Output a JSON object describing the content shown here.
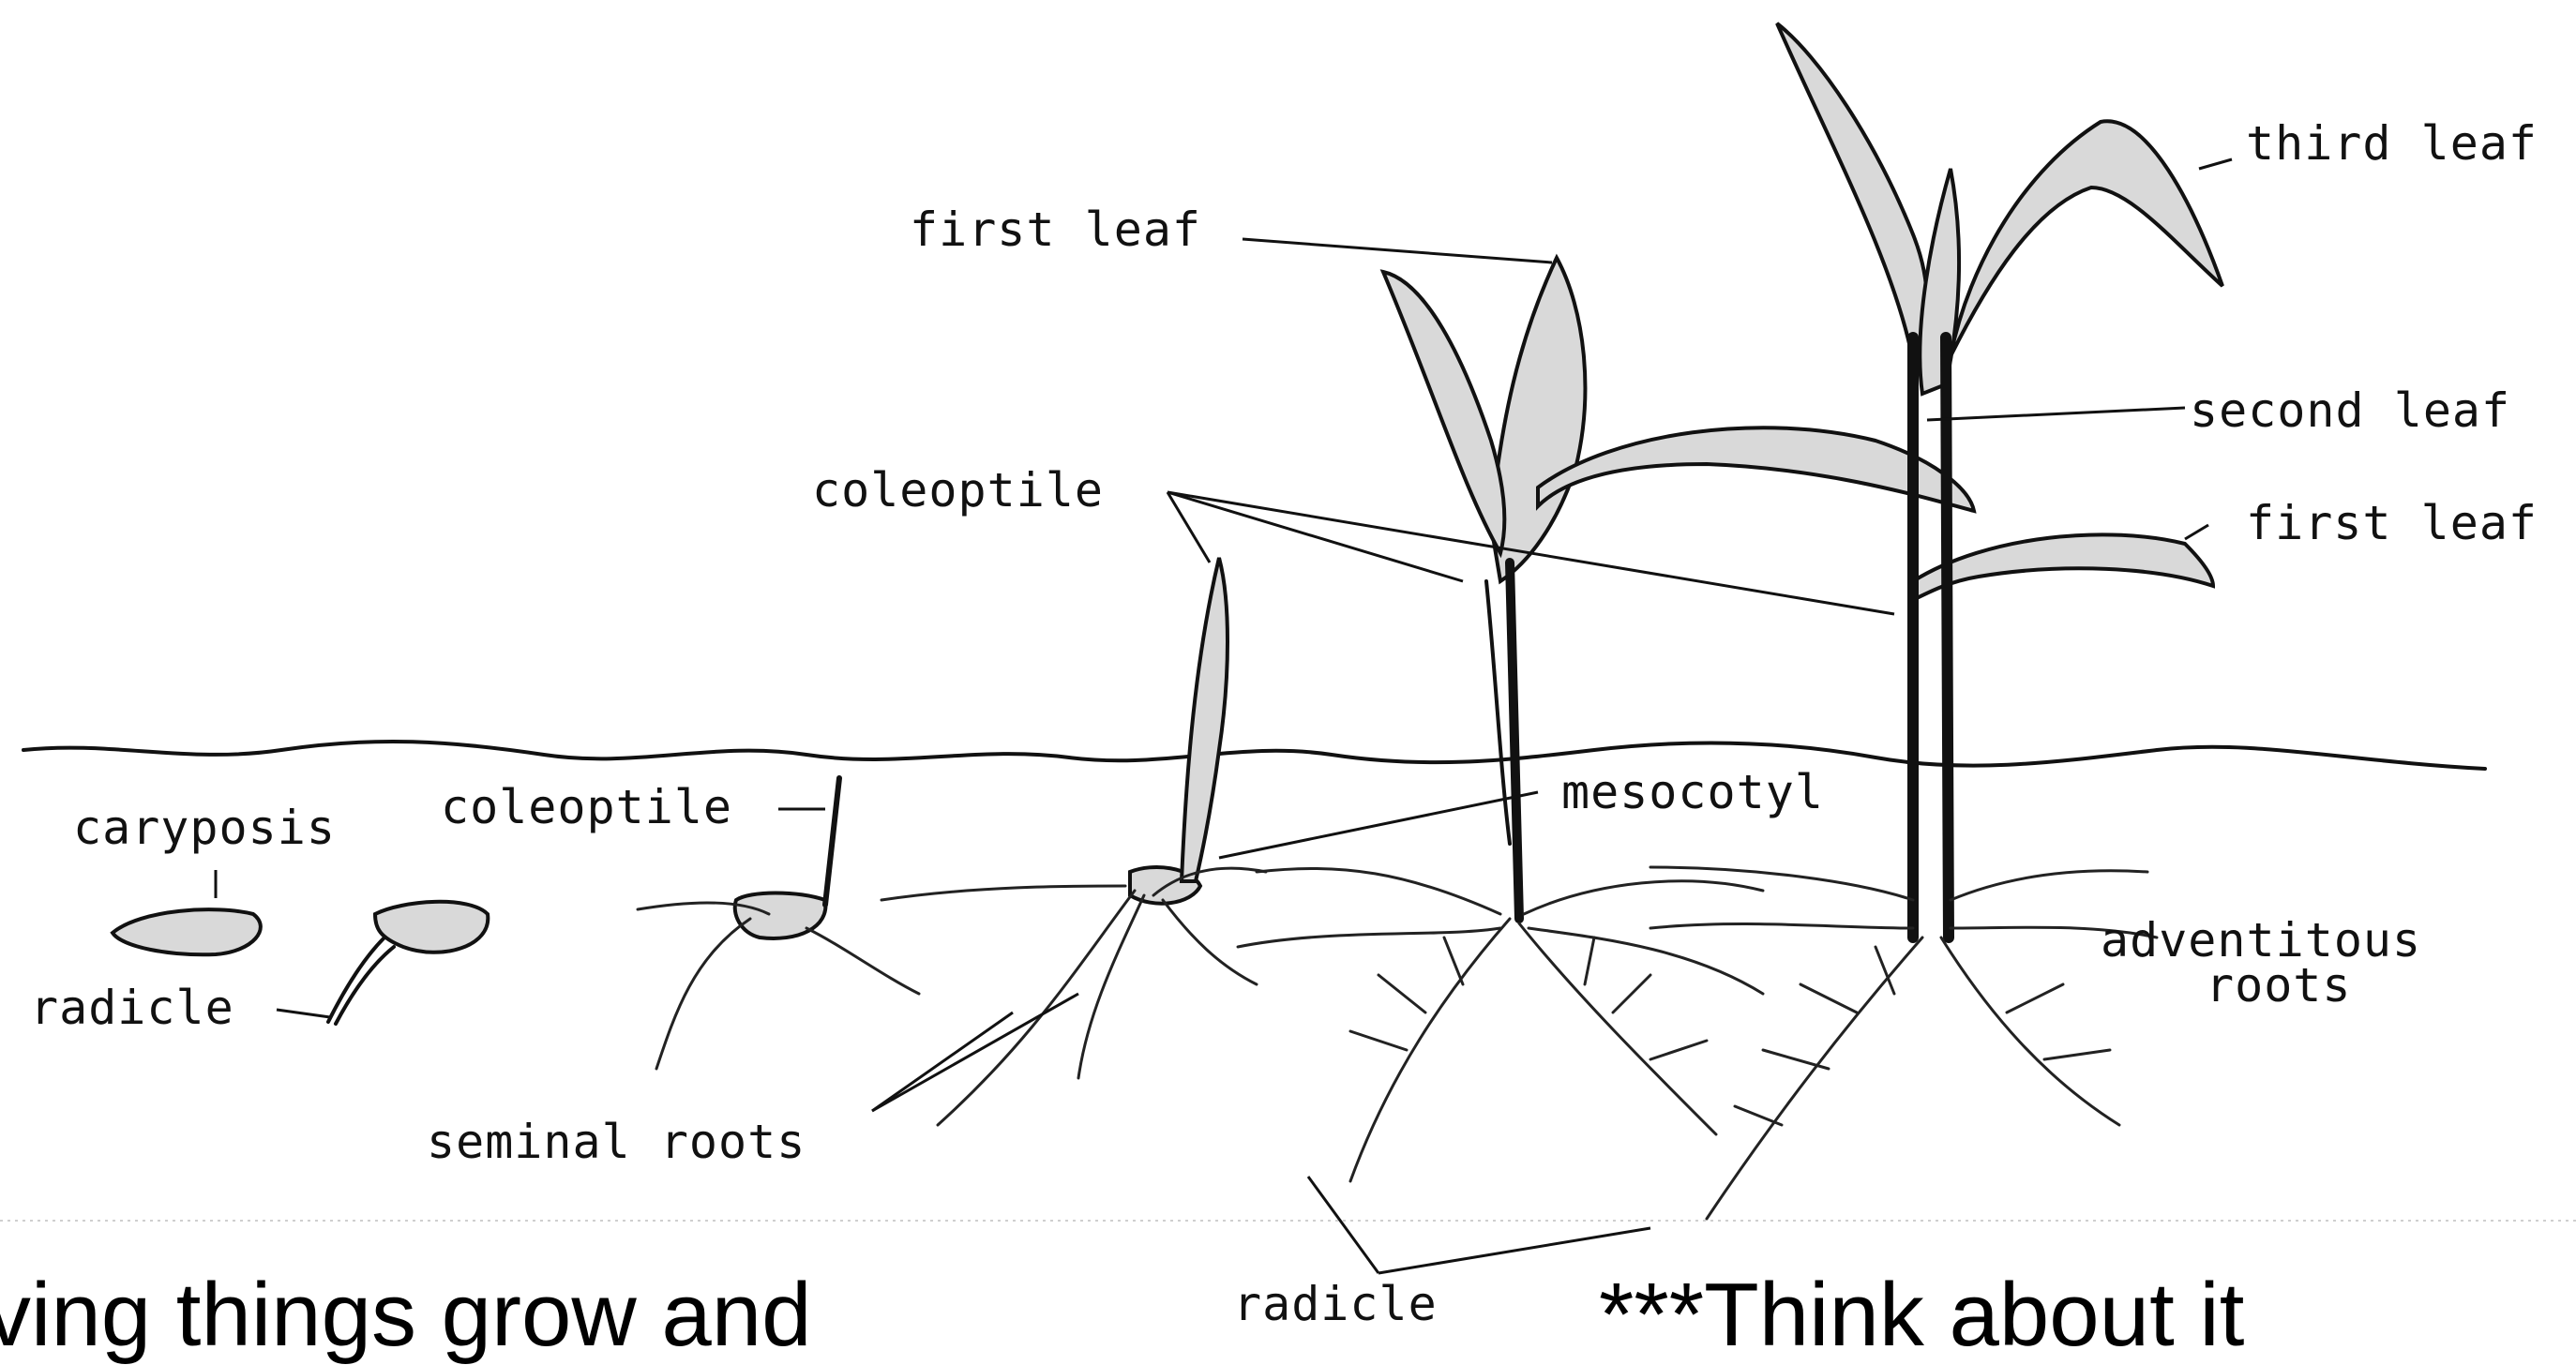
{
  "labels": {
    "first_leaf_top": "first leaf",
    "third_leaf": "third leaf",
    "second_leaf": "second leaf",
    "first_leaf_right": "first leaf",
    "coleoptile_upper": "coleoptile",
    "coleoptile_lower": "coleoptile",
    "caryposis": "caryposis",
    "radicle_left": "radicle",
    "mesocotyl": "mesocotyl",
    "adventitous_roots_line1": "adventitous",
    "adventitous_roots_line2": "roots",
    "seminal_roots": "seminal roots",
    "radicle_bottom": "radicle"
  },
  "slide_text": {
    "left_caption": "ving things grow and",
    "right_caption": "***Think about it"
  }
}
